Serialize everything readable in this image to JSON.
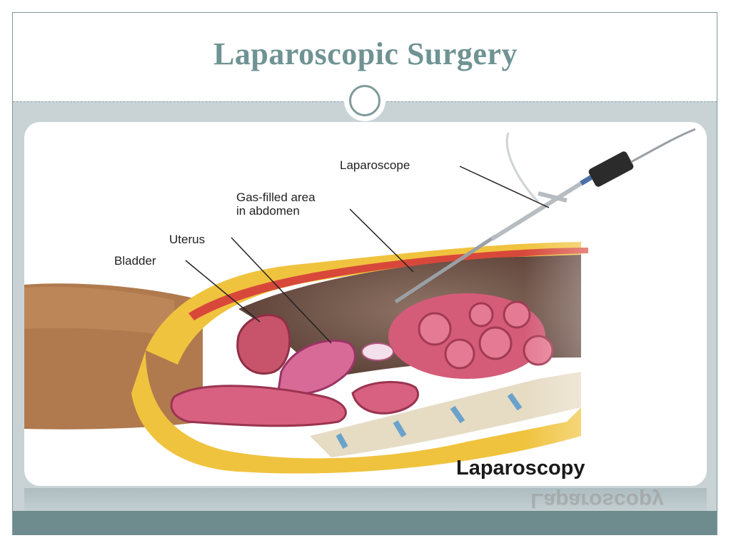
{
  "slide": {
    "title": "Laparoscopic Surgery"
  },
  "diagram": {
    "labels": {
      "laparoscope": "Laparoscope",
      "gas_line1": "Gas-filled area",
      "gas_line2": "in abdomen",
      "uterus": "Uterus",
      "bladder": "Bladder"
    },
    "caption": "Laparoscopy"
  },
  "colors": {
    "title": "#6f9393",
    "frame": "#7f9a9a",
    "band": "#c9d3d6",
    "bar": "#5e7f80"
  }
}
